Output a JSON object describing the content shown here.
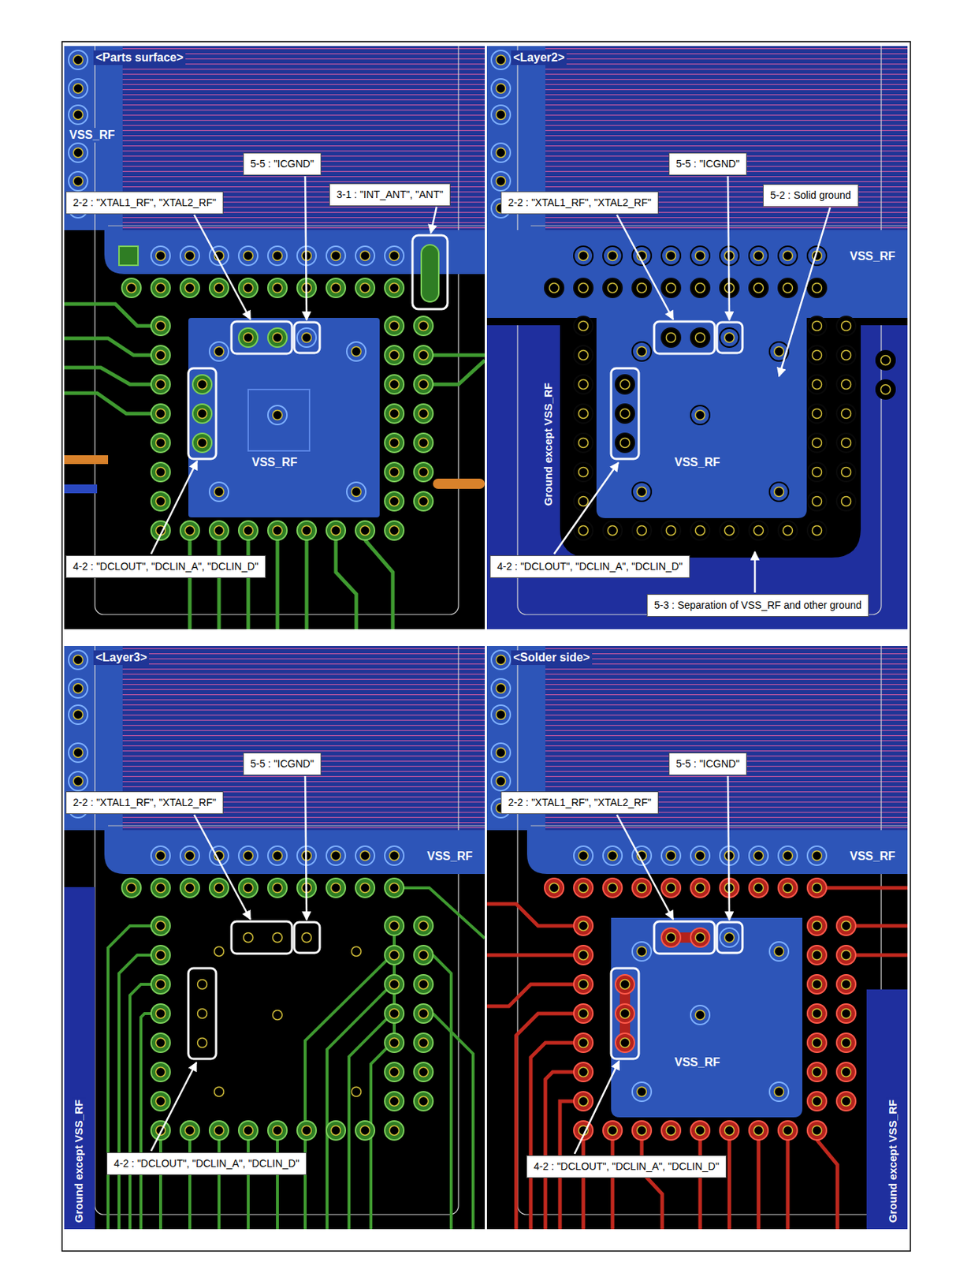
{
  "diagram": {
    "nodes": [
      {
        "text": [
          "<Parts surface>"
        ]
      },
      {
        "text": [
          "5-5 : \"ICGND\""
        ],
        "in": 0
      },
      {
        "text": [
          "2-2 : \"XTAL1_RF\", \"XTAL2_RF\""
        ],
        "in": 0
      },
      {
        "text": [
          "3-1 : \"INT_ANT\", \"ANT\""
        ],
        "in": 0
      },
      {
        "text": [
          "4-2 : \"DCLOUT\", \"DCLIN_A\", \"DCLIN_D\""
        ],
        "in": 0
      },
      {
        "text": [
          "<Layer2>"
        ]
      },
      {
        "text": [
          "5-5 : \"ICGND\""
        ],
        "in": 5
      },
      {
        "text": [
          "2-2 : \"XTAL1_RF\", \"XTAL2_RF\""
        ],
        "in": 5
      },
      {
        "text": [
          "5-2 : Solid ground"
        ],
        "in": 5
      },
      {
        "text": [
          "4-2 : \"DCLOUT\", \"DCLIN_A\", \"DCLIN_D\""
        ],
        "in": 5
      },
      {
        "text": [
          "5-3 : Separation of VSS_RF and other ground"
        ],
        "in": 5
      },
      {
        "text": [
          "<Layer3>"
        ]
      },
      {
        "text": [
          "5-5 : \"ICGND\""
        ],
        "in": 11
      },
      {
        "text": [
          "2-2 : \"XTAL1_RF\", \"XTAL2_RF\""
        ],
        "in": 11
      },
      {
        "text": [
          "4-2 : \"DCLOUT\", \"DCLIN_A\", \"DCLIN_D\""
        ],
        "in": 11
      },
      {
        "text": [
          "<Solder side>"
        ]
      },
      {
        "text": [
          "5-5 : \"ICGND\""
        ],
        "in": 15
      },
      {
        "text": [
          "2-2 : \"XTAL1_RF\", \"XTAL2_RF\""
        ],
        "in": 15
      },
      {
        "text": [
          "4-2 : \"DCLOUT\", \"DCLIN_A\", \"DCLIN_D\""
        ],
        "in": 15
      }
    ],
    "labels": [
      "VSS_RF",
      "VSS_RF",
      "VSS_RF",
      "Ground except VSS_RF",
      "VSS_RF",
      "VSS_RF",
      "Ground except VSS_RF",
      "VSS_RF",
      "VSS_RF",
      "Ground except VSS_RF"
    ]
  }
}
